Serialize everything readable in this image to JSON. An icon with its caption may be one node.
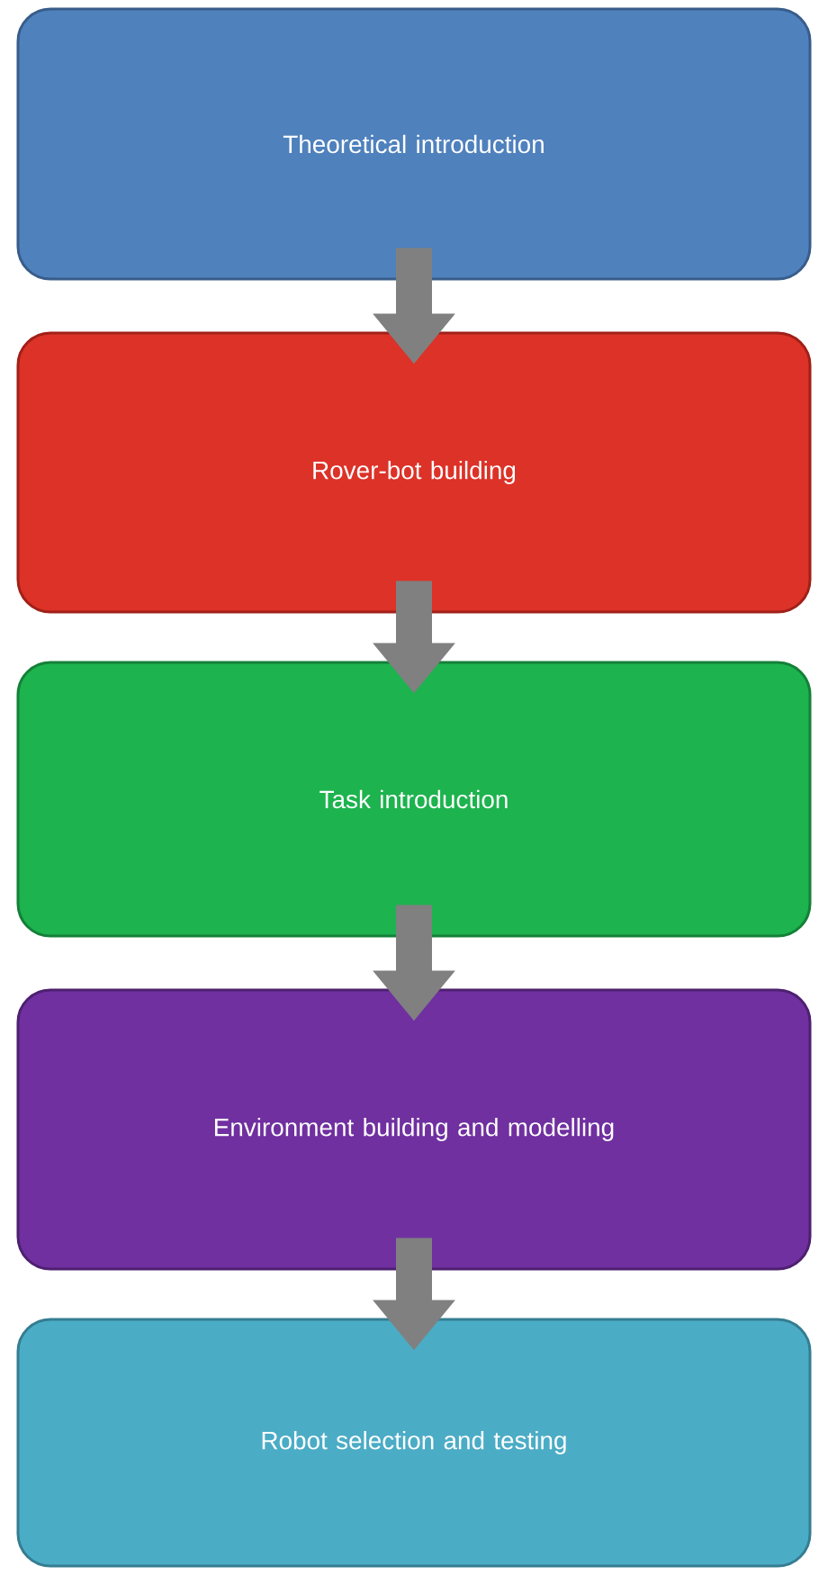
{
  "diagram": {
    "nodes": [
      {
        "text": [
          "Theoretical introduction"
        ]
      },
      {
        "text": [
          "Rover-bot building"
        ]
      },
      {
        "text": [
          "Task introduction"
        ]
      },
      {
        "text": [
          "Environment building and modelling"
        ]
      },
      {
        "text": [
          "Robot selection and testing"
        ]
      }
    ],
    "edges": [
      {
        "from": 0,
        "to": 1,
        "arrow": "to"
      },
      {
        "from": 1,
        "to": 2,
        "arrow": "to"
      },
      {
        "from": 2,
        "to": 3,
        "arrow": "to"
      },
      {
        "from": 3,
        "to": 4,
        "arrow": "to"
      }
    ]
  }
}
